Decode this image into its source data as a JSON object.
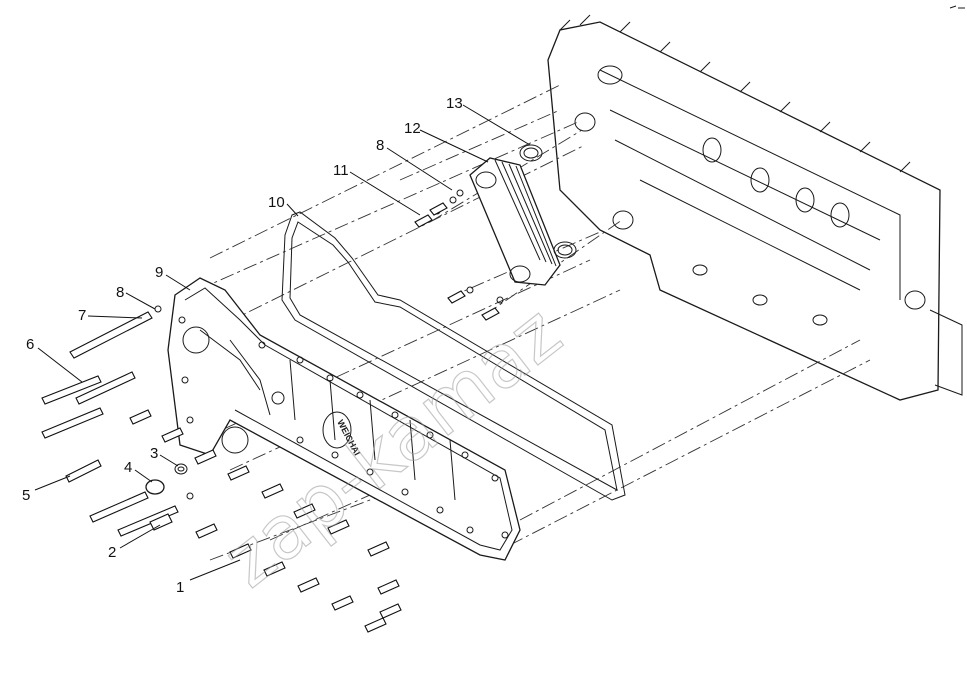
{
  "callouts": [
    {
      "id": "1",
      "label": "1"
    },
    {
      "id": "2",
      "label": "2"
    },
    {
      "id": "3",
      "label": "3"
    },
    {
      "id": "4",
      "label": "4"
    },
    {
      "id": "5",
      "label": "5"
    },
    {
      "id": "6",
      "label": "6"
    },
    {
      "id": "7",
      "label": "7"
    },
    {
      "id": "8a",
      "label": "8"
    },
    {
      "id": "8b",
      "label": "8"
    },
    {
      "id": "9",
      "label": "9"
    },
    {
      "id": "10",
      "label": "10"
    },
    {
      "id": "11",
      "label": "11"
    },
    {
      "id": "12",
      "label": "12"
    },
    {
      "id": "13",
      "label": "13"
    }
  ],
  "cover_emblem": "WEICHAI",
  "watermark": "zap-kamaz",
  "colors": {
    "line": "#1a1a1a",
    "watermark": "#9a9a9a",
    "background": "#ffffff"
  }
}
